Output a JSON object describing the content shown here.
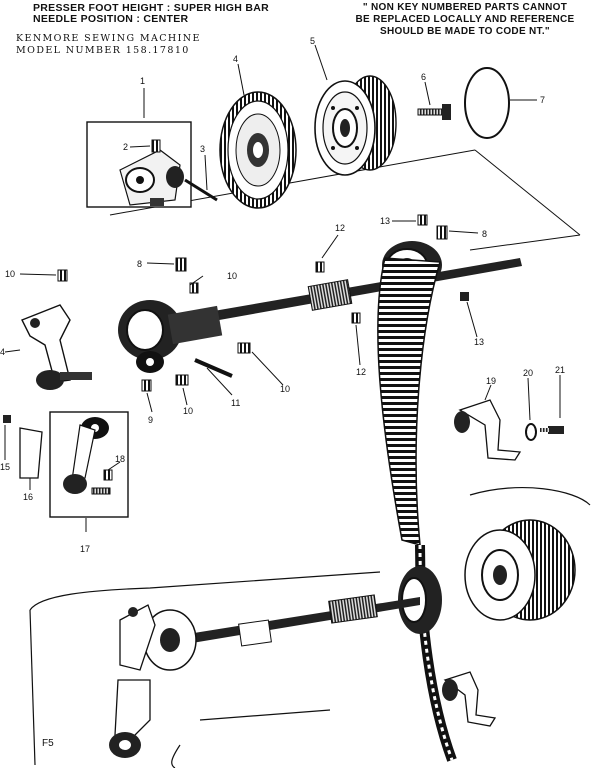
{
  "header": {
    "presser_foot": "PRESSER FOOT HEIGHT : SUPER HIGH BAR",
    "needle_position": "NEEDLE POSITION : CENTER",
    "machine": "KENMORE SEWING MACHINE",
    "model": "MODEL NUMBER 158.17810"
  },
  "note": {
    "line1": "\" NON KEY NUMBERED PARTS CANNOT",
    "line2": "BE REPLACED LOCALLY AND REFERENCE",
    "line3": "SHOULD BE MADE TO CODE NT.\""
  },
  "callouts": {
    "c1": "1",
    "c2": "2",
    "c3": "3",
    "c4": "4",
    "c5": "5",
    "c6": "6",
    "c7": "7",
    "c8a": "8",
    "c8b": "8",
    "c9": "9",
    "c10a": "10",
    "c10b": "10",
    "c10c": "10",
    "c10d": "10",
    "c11": "11",
    "c12a": "12",
    "c12b": "12",
    "c13a": "13",
    "c13b": "13",
    "c14": "4",
    "c15": "15",
    "c16": "16",
    "c17": "17",
    "c18": "18",
    "c19": "19",
    "c20": "20",
    "c21": "21"
  },
  "page_id": "F5"
}
